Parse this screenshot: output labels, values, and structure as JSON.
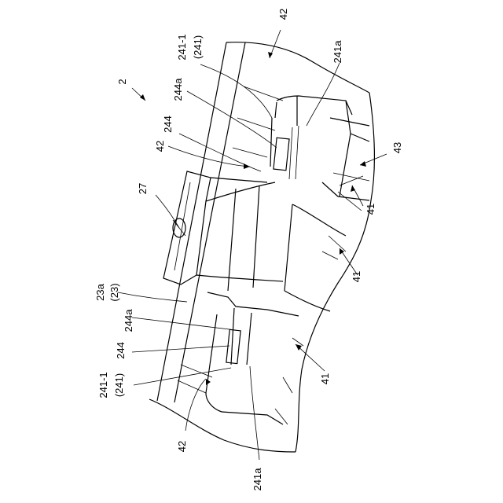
{
  "figure": {
    "labels": {
      "ref_2": "2",
      "ref_42_top": "42",
      "ref_241_1_top": "241-1",
      "ref_241_top": "(241)",
      "ref_241a_top": "241a",
      "ref_244a_top": "244a",
      "ref_244_top": "244",
      "ref_42_left": "42",
      "ref_43": "43",
      "ref_41_a": "41",
      "ref_27": "27",
      "ref_41_b": "41",
      "ref_23a": "23a",
      "ref_23": "(23)",
      "ref_244a_bottom": "244a",
      "ref_244_bottom": "244",
      "ref_241_1_bottom": "241-1",
      "ref_241_bottom": "(241)",
      "ref_41_c": "41",
      "ref_42_bottom": "42",
      "ref_241a_bottom": "241a"
    }
  }
}
